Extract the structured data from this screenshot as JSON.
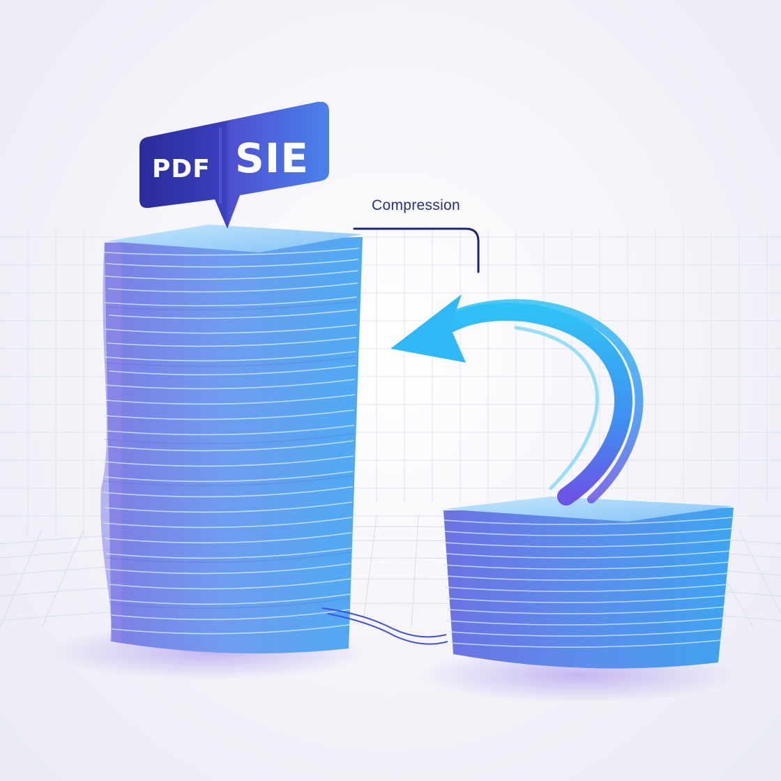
{
  "badge": {
    "pdf_label": "PDF",
    "size_label": "SIE"
  },
  "annotation": {
    "compression_label": "Compression"
  },
  "colors": {
    "badge_dark": "#2a2c9a",
    "badge_light": "#4a78e6",
    "stack_top": "#a9d7f8",
    "stack_blue": "#58a6f2",
    "stack_violet": "#7a78e4",
    "arrow_cyan": "#33bff4",
    "arrow_violet": "#6c5ce8",
    "label_text": "#2a2e80"
  },
  "icons": [
    "speech-bubble-icon",
    "curved-arrow-icon",
    "connector-line-icon"
  ]
}
